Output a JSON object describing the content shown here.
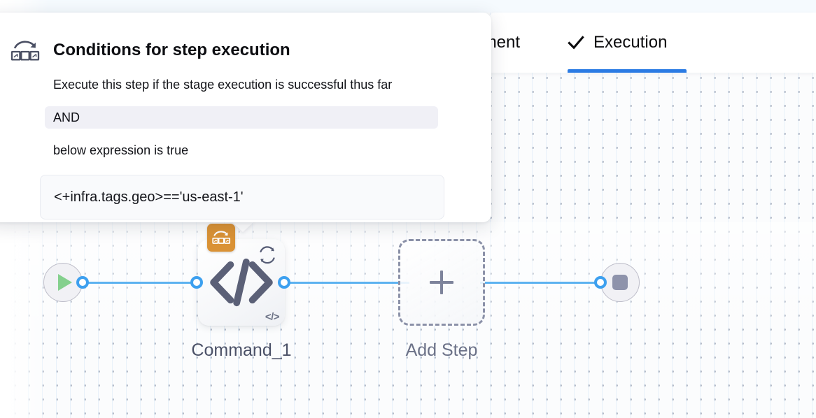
{
  "header": {
    "tabs": [
      {
        "label": "ronment",
        "full_label": "Environment",
        "active": false,
        "icon": ""
      },
      {
        "label": "Execution",
        "active": true,
        "icon": "check-icon"
      }
    ],
    "active_tab_accent": "#2b7be4"
  },
  "popover": {
    "icon": "command-shell-icon",
    "title": "Conditions for step execution",
    "line_1": "Execute this step if the stage execution is successful thus far",
    "operator_value": "AND",
    "line_2": "below expression is true",
    "expression_value": "<+infra.tags.geo>=='us-east-1'"
  },
  "pipeline": {
    "start_node": {
      "name": "start-node",
      "icon": "play-icon",
      "icon_color": "#84d08d"
    },
    "end_node": {
      "name": "end-node",
      "icon": "stop-icon",
      "icon_color": "#8e93ab"
    },
    "step_node": {
      "label": "Command_1",
      "badge_icon": "command-shell-icon",
      "badge_color": "#da9235",
      "main_icon": "code-icon",
      "main_glyph": "</>",
      "retry_icon": "retry-loop-icon",
      "mini_icon_glyph": "</>"
    },
    "add_step": {
      "label": "Add Step",
      "icon": "plus-icon"
    },
    "edge_color": "#5cb2f0",
    "port_color": "#3da0ef"
  }
}
